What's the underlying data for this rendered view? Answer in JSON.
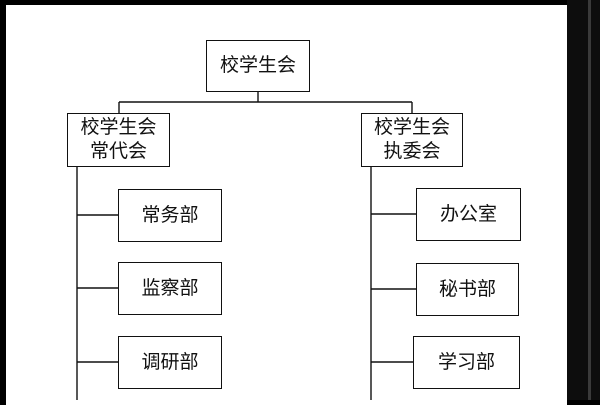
{
  "root": {
    "label": "校学生会"
  },
  "branches": [
    {
      "line1": "校学生会",
      "line2": "常代会",
      "departments": [
        "常务部",
        "监察部",
        "调研部"
      ]
    },
    {
      "line1": "校学生会",
      "line2": "执委会",
      "departments": [
        "办公室",
        "秘书部",
        "学习部"
      ]
    }
  ]
}
